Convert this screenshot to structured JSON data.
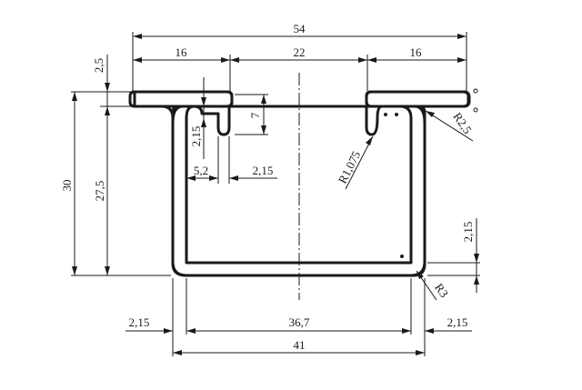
{
  "dimensions": {
    "overall_width": "54",
    "left_flange": "16",
    "center_gap": "22",
    "right_flange": "16",
    "flange_thickness": "2,5",
    "total_height": "30",
    "inner_height": "27,5",
    "lip_height": "7",
    "lip_thickness": "2,15",
    "lip_offset": "5,2",
    "lip_wall": "2,15",
    "wall_left": "2,15",
    "inner_width": "36,7",
    "wall_right": "2,15",
    "outer_width": "41",
    "bottom_thickness": "2,15"
  },
  "radii": {
    "lip_radius": "R1,075",
    "flange_radius": "R2,5",
    "bottom_radius": "R3"
  }
}
